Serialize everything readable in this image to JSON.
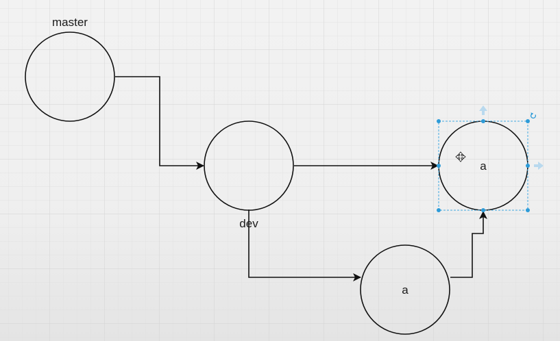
{
  "diagram": {
    "labels": {
      "master": "master",
      "dev": "dev",
      "node_a_bottom": "a",
      "node_a_selected": "a"
    },
    "colors": {
      "stroke": "#111111",
      "selection": "#3fa7e0",
      "handle": "#2d9bd8",
      "background": "#f0f0f0",
      "grid": "#dcdcdc"
    },
    "icons": {
      "move": "move-cursor-icon",
      "rotate": "rotate-icon"
    }
  }
}
